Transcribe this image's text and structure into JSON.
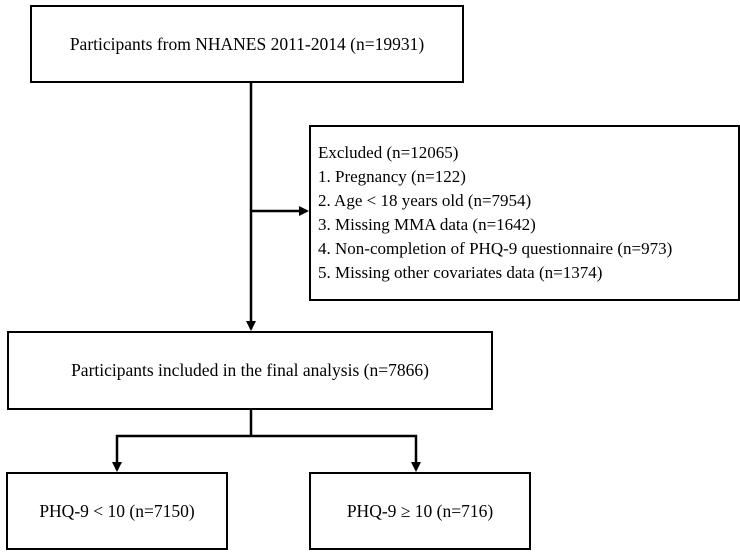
{
  "flowchart": {
    "top_box": "Participants from NHANES 2011-2014 (n=19931)",
    "excluded": {
      "title": "Excluded (n=12065)",
      "items": [
        "1. Pregnancy (n=122)",
        "2. Age < 18 years old (n=7954)",
        "3. Missing MMA data (n=1642)",
        "4. Non-completion of PHQ-9 questionnaire (n=973)",
        "5. Missing other covariates data (n=1374)"
      ]
    },
    "final_box": "Participants included in the final analysis (n=7866)",
    "left_box": "PHQ-9 < 10 (n=7150)",
    "right_box": "PHQ-9 ≥ 10 (n=716)"
  },
  "colors": {
    "line": "#000000",
    "box_border": "#000000",
    "background": "#ffffff"
  }
}
